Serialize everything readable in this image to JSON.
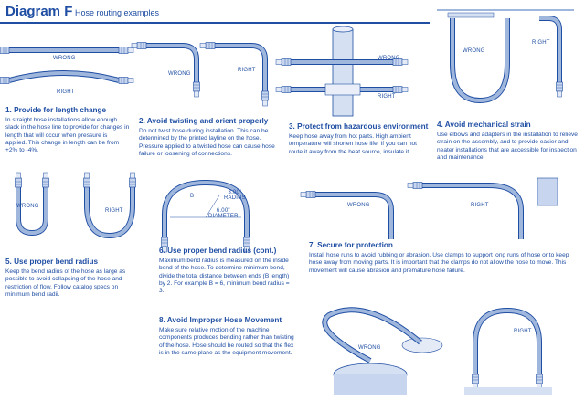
{
  "header": {
    "title": "Diagram F",
    "subtitle": "Hose routing examples"
  },
  "labels": {
    "wrong": "WRONG",
    "right": "RIGHT",
    "radius": "3.00\"\nRADIUS",
    "diameter": "6.00\"\nDIAMETER",
    "b": "B"
  },
  "sections": [
    {
      "heading": "1. Provide for length change",
      "body": "In straight hose installations allow enough slack in the hose line to provide for changes in length that will occur when pressure is applied. This change in length can be from +2% to -4%."
    },
    {
      "heading": "2. Avoid twisting and orient properly",
      "body": "Do not twist hose during installation. This can be determined by the printed layline on the hose. Pressure applied to a twisted hose can cause hose failure or loosening of connections."
    },
    {
      "heading": "3. Protect from hazardous environment",
      "body": "Keep hose away from hot parts. High ambient temperature will shorten hose life. If you can not route it away from the heat source, insulate it."
    },
    {
      "heading": "4. Avoid mechanical strain",
      "body": "Use elbows and adapters in the installation to relieve strain on the assembly, and to provide easier and neater installations that are accessible for inspection and maintenance."
    },
    {
      "heading": "5. Use proper bend radius",
      "body": "Keep the bend radius of the hose as large as possible to avoid collapsing of the hose and restriction of flow. Follow catalog specs on minimum bend radii."
    },
    {
      "heading": "6. Use proper bend radius (cont.)",
      "body": "Maximum bend radius is measured on the inside bend of the hose. To determine minimum bend, divide the total distance between ends (B length) by 2. For example B = 6, minimum bend radius = 3."
    },
    {
      "heading": "7. Secure for protection",
      "body": "Install hose runs to avoid rubbing or abrasion. Use clamps to support long runs of hose or to keep hose away from moving parts. It is important that the clamps do not allow the hose to move. This movement will cause abrasion and premature hose failure."
    },
    {
      "heading": "8. Avoid Improper Hose Movement",
      "body": "Make sure relative motion of the machine components produces bending rather than twisting of the hose. Hose should be routed so that the flex is in the same plane as the equipment movement."
    }
  ],
  "colors": {
    "ink": "#1f4ea3",
    "hose": "#9fb6dd",
    "fitting": "#c7d5ee",
    "metal": "#7f9acc"
  }
}
